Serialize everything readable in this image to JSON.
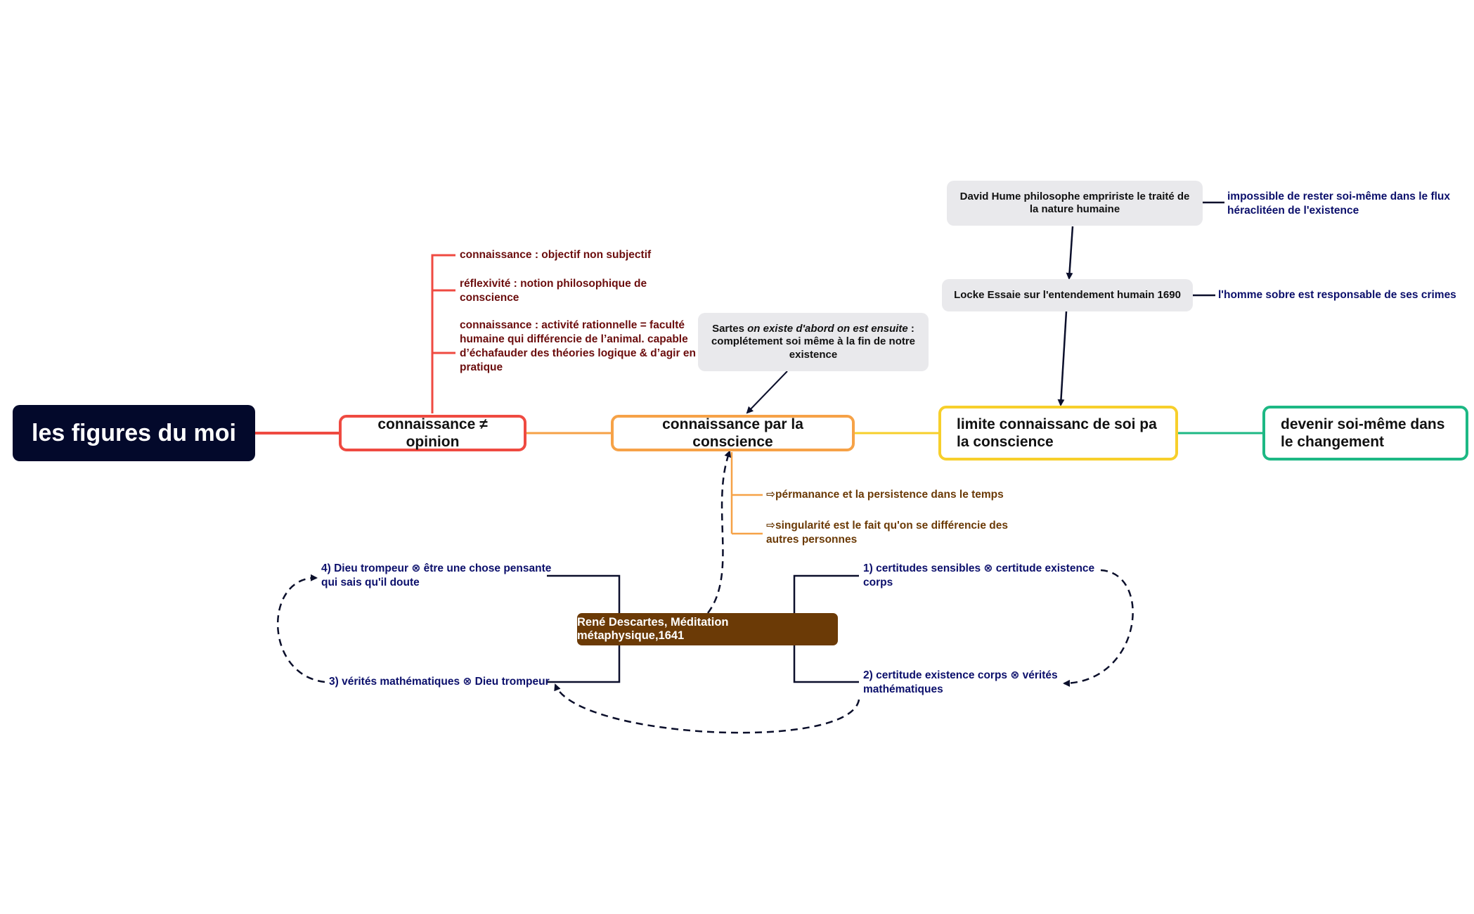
{
  "root": {
    "label": "les figures du moi"
  },
  "branches": {
    "opinion": {
      "label": "connaissance ≠ opinion"
    },
    "conscience": {
      "label": "connaissance par la conscience"
    },
    "limite": {
      "label": "limite connaissanc de soi pa la conscience"
    },
    "devenir": {
      "label": "devenir soi-même dans le changement"
    }
  },
  "opinion_notes": [
    "connaissance : objectif non subjectif",
    "réflexivité : notion philosophique de conscience",
    "connaissance : activité rationnelle = faculté humaine qui  différencie de l’animal.  capable d’échafauder des théories logique & d’agir en pratique"
  ],
  "sartre": {
    "prefix": "Sartes ",
    "italic": "on existe d'abord on est ensuite",
    "suffix": " : complétement soi même à la fin de notre existence"
  },
  "conscience_notes": [
    "⇨pérmanance et la persistence dans le temps",
    "⇨singularité est le fait qu'on se différencie des autres personnes"
  ],
  "descartes": {
    "label": "René Descartes, Méditation métaphysique,1641",
    "steps": [
      "1) certitudes sensibles ⊗ certitude existence corps",
      "2) certitude existence corps ⊗ vérités mathématiques",
      "3) vérités mathématiques ⊗ Dieu trompeur",
      "4) Dieu trompeur ⊗ être une chose pensante qui sais qu'il doute"
    ]
  },
  "hume": {
    "label": "David Hume philosophe empririste le traité de la nature humaine",
    "note": "impossible de rester soi-même dans le flux héraclitéen de l'existence"
  },
  "locke": {
    "label": "Locke Essaie sur l'entendement humain 1690",
    "note": "l'homme sobre est responsable de ses crimes"
  },
  "colors": {
    "root": "#03092b",
    "opinion": "#ef4a41",
    "conscience": "#f6a247",
    "limite": "#f7cf2b",
    "devenir": "#1db884",
    "descartes": "#6b3a06",
    "navy": "#0b0f6b"
  }
}
